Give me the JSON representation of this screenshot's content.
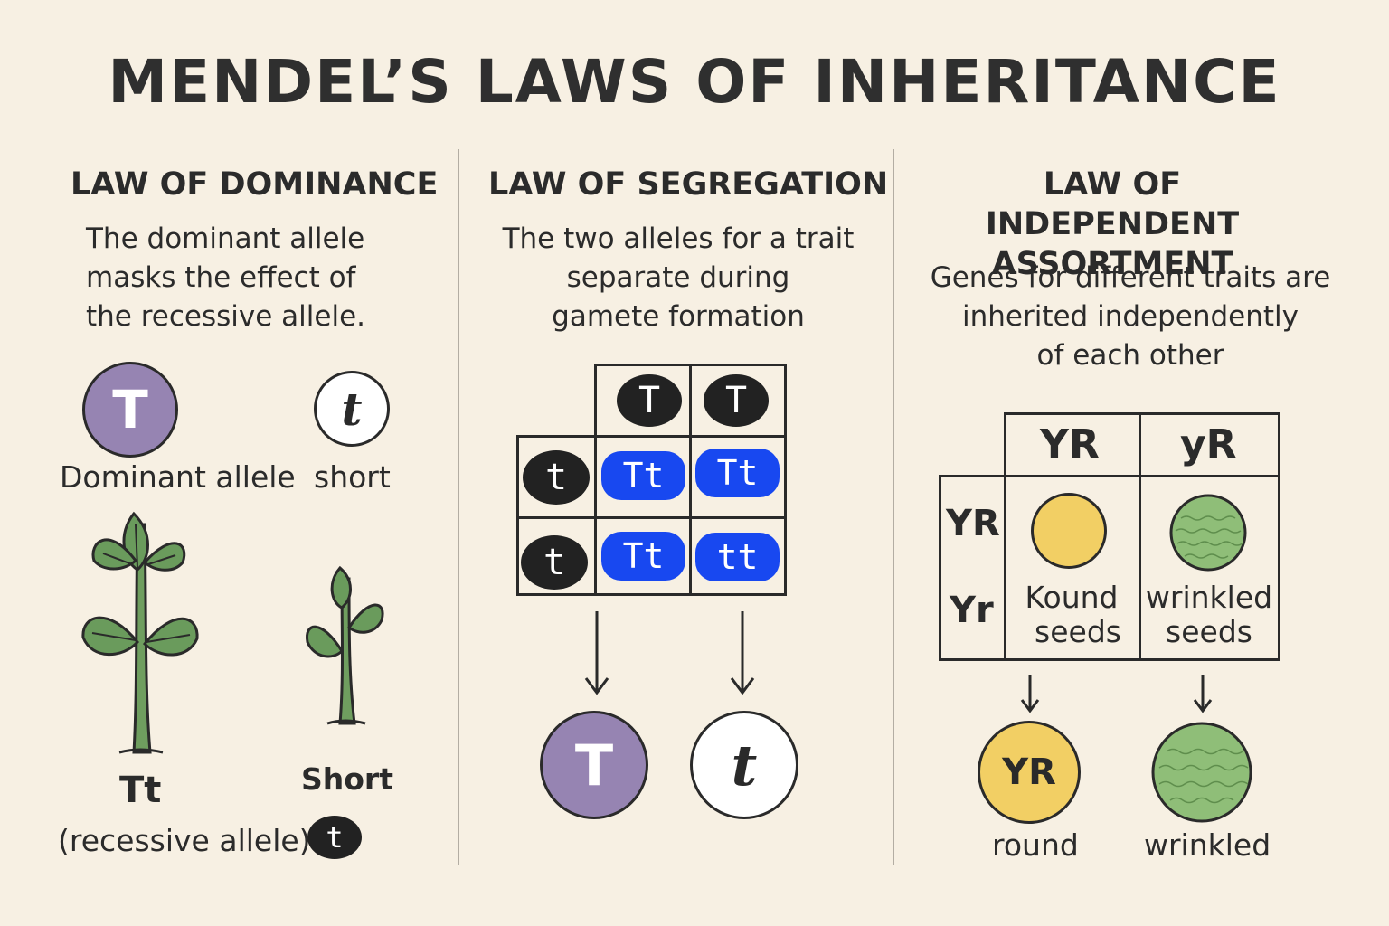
{
  "title": "MENDEL’S LAWS OF INHERITANCE",
  "colors": {
    "background": "#f7f0e3",
    "dominant": "#9684b2",
    "gamete_black": "#222222",
    "genotype_blue": "#1848f0",
    "yellow_seed": "#f2cf64",
    "green_seed": "#8fbe78",
    "leaf": "#6a9b5c"
  },
  "dominance": {
    "heading": "LAW OF DOMINANCE",
    "description": [
      "The dominant allele",
      "masks the effect of",
      "the recessive allele."
    ],
    "dominant_symbol": "T",
    "dominant_caption": "Dominant allele",
    "recessive_symbol": "t",
    "recessive_caption": "short",
    "tall_plant_genotype": "Tt",
    "tall_plant_caption": "(recessive allele)",
    "short_plant_caption": "Short",
    "small_allele": "t"
  },
  "segregation": {
    "heading": "LAW OF SEGREGATION",
    "description": [
      "The two alleles for a trait",
      "separate during",
      "gamete formation"
    ],
    "top_alleles": [
      "T",
      "T"
    ],
    "side_alleles": [
      "t",
      "t"
    ],
    "cells": [
      [
        "Tt",
        "Tt"
      ],
      [
        "Tt",
        "tt"
      ]
    ],
    "gamete_dominant": "T",
    "gamete_recessive": "t"
  },
  "independent": {
    "heading_line1": "LAW OF INDEPENDENT",
    "heading_line2": "ASSORTMENT",
    "description": [
      "Genes for different traits are",
      "inherited independently",
      "of each other"
    ],
    "col_headers": [
      "YR",
      "yR"
    ],
    "row_headers": [
      "YR",
      "Yr"
    ],
    "cell1_label": [
      "Kound",
      "seeds"
    ],
    "cell2_label": [
      "wrinkled",
      "seeds"
    ],
    "result_round_symbol": "YR",
    "result_round_caption": "round",
    "result_wrinkled_caption": "wrinkled"
  },
  "icons": [
    "down-arrow-icon",
    "plant-icon",
    "pea-icon"
  ]
}
